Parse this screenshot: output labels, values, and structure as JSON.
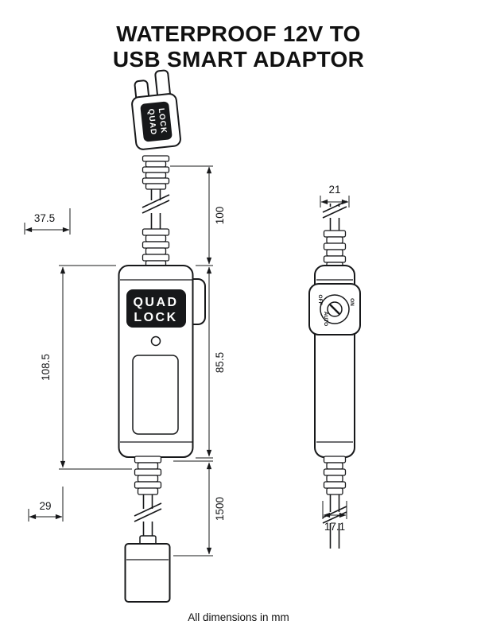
{
  "colors": {
    "ink": "#17181a",
    "paper": "#ffffff",
    "logo_plate": "#17181a"
  },
  "title": {
    "line1": "WATERPROOF 12V TO",
    "line2": "USB SMART ADAPTOR"
  },
  "footer": {
    "note": "All dimensions in mm"
  },
  "front_view": {
    "connector_logo": {
      "word1": "QUAD",
      "word2": "LOCK"
    },
    "body_logo": {
      "word1": "QUAD",
      "word2": "LOCK"
    },
    "dimensions": {
      "top_offset": "37.5",
      "top_cable": "100",
      "body_full_height": "108.5",
      "body_main_height": "85.5",
      "bottom_offset": "29",
      "bottom_cable": "1500"
    }
  },
  "side_view": {
    "dimensions": {
      "top_width": "21",
      "bottom_width": "17.1"
    },
    "switch": {
      "on": "ON",
      "off": "OFF",
      "auto": "AUTO"
    }
  }
}
